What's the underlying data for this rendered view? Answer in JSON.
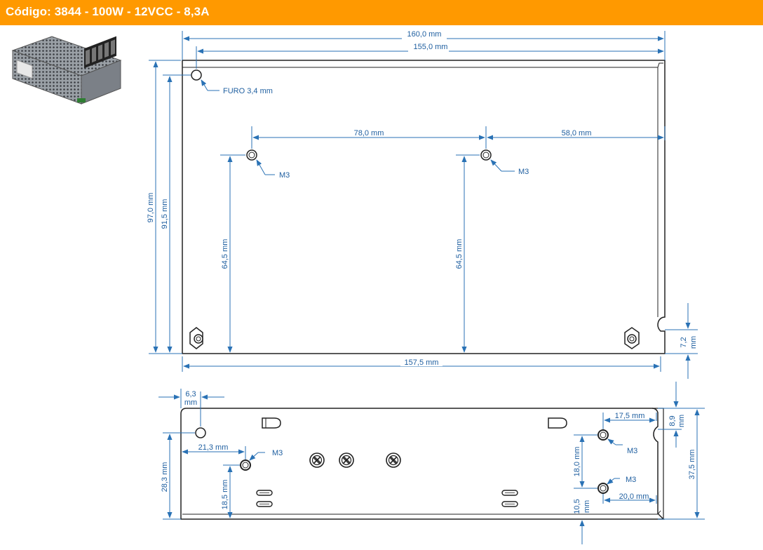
{
  "header": {
    "title": "Código: 3844 - 100W - 12VCC - 8,3A"
  },
  "product_photo": {
    "icon": "power-supply-photo"
  },
  "colors": {
    "header_bg": "#ff9900",
    "dimension": "#2a72b5",
    "outline": "#222222"
  },
  "top_view": {
    "dims": {
      "width_160": "160,0 mm",
      "width_155": "155,0 mm",
      "hole_label": "FURO 3,4 mm",
      "span_78": "78,0 mm",
      "span_58": "58,0 mm",
      "m3_left": "M3",
      "m3_right": "M3",
      "height_97": "97,0 mm",
      "height_91": "91,5 mm",
      "height_64_left": "64,5 mm",
      "height_64_right": "64,5 mm",
      "bottom_157": "157,5 mm",
      "slot_72": "7,2",
      "slot_72_unit": "mm"
    }
  },
  "side_view": {
    "dims": {
      "offset_63": "6,3",
      "offset_63_unit": "mm",
      "span_213": "21,3 mm",
      "m3_left": "M3",
      "height_283": "28,3 mm",
      "height_185": "18,5 mm",
      "span_175": "17,5 mm",
      "slot_89": "8,9",
      "slot_89_unit": "mm",
      "m3_upper": "M3",
      "m3_lower": "M3",
      "height_180": "18,0 mm",
      "height_375": "37,5 mm",
      "height_105": "10,5",
      "height_105_unit": "mm",
      "span_200": "20,0 mm"
    }
  }
}
